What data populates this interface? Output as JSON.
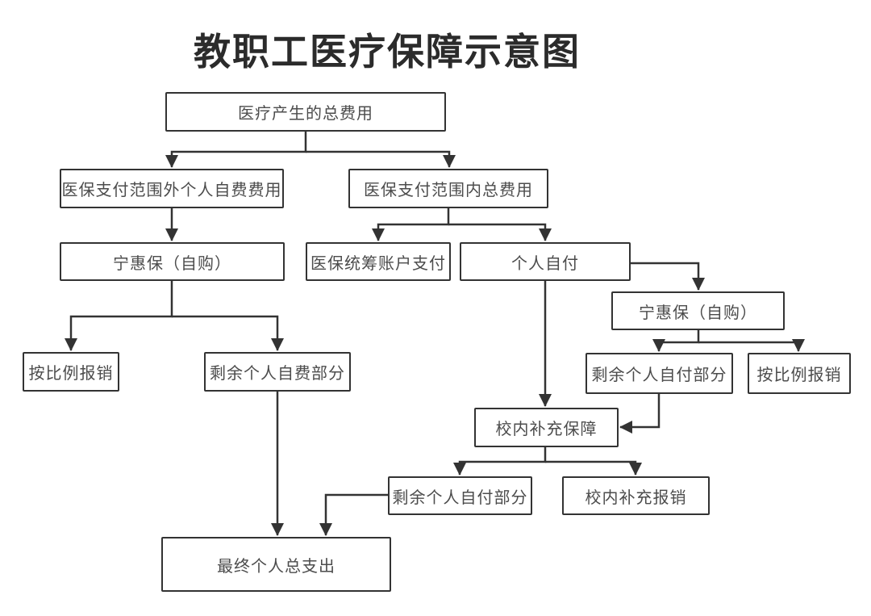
{
  "page": {
    "title": "教职工医疗保障示意图"
  },
  "flowchart": {
    "nodes": {
      "total_cost": {
        "label": "医疗产生的总费用"
      },
      "outside_scope": {
        "label": "医保支付范围外个人自费费用"
      },
      "inside_scope": {
        "label": "医保支付范围内总费用"
      },
      "ninghuibao_left": {
        "label": "宁惠保（自购）"
      },
      "pooling_pay": {
        "label": "医保统筹账户支付"
      },
      "self_pay": {
        "label": "个人自付"
      },
      "ninghuibao_right": {
        "label": "宁惠保（自购）"
      },
      "proportional_left": {
        "label": "按比例报销"
      },
      "remaining_self_fee": {
        "label": "剩余个人自费部分"
      },
      "remaining_self_pay_right": {
        "label": "剩余个人自付部分"
      },
      "proportional_right": {
        "label": "按比例报销"
      },
      "campus_supplement": {
        "label": "校内补充保障"
      },
      "remaining_self_pay_bottom": {
        "label": "剩余个人自付部分"
      },
      "campus_reimburse": {
        "label": "校内补充报销"
      },
      "final_total": {
        "label": "最终个人总支出"
      }
    },
    "edges": [
      {
        "from": "total_cost",
        "to": "outside_scope"
      },
      {
        "from": "total_cost",
        "to": "inside_scope"
      },
      {
        "from": "outside_scope",
        "to": "ninghuibao_left"
      },
      {
        "from": "ninghuibao_left",
        "to": "proportional_left"
      },
      {
        "from": "ninghuibao_left",
        "to": "remaining_self_fee"
      },
      {
        "from": "inside_scope",
        "to": "pooling_pay"
      },
      {
        "from": "inside_scope",
        "to": "self_pay"
      },
      {
        "from": "self_pay",
        "to": "ninghuibao_right"
      },
      {
        "from": "self_pay",
        "to": "campus_supplement"
      },
      {
        "from": "ninghuibao_right",
        "to": "remaining_self_pay_right"
      },
      {
        "from": "ninghuibao_right",
        "to": "proportional_right"
      },
      {
        "from": "remaining_self_pay_right",
        "to": "campus_supplement"
      },
      {
        "from": "campus_supplement",
        "to": "remaining_self_pay_bottom"
      },
      {
        "from": "campus_supplement",
        "to": "campus_reimburse"
      },
      {
        "from": "remaining_self_fee",
        "to": "final_total"
      },
      {
        "from": "remaining_self_pay_bottom",
        "to": "final_total"
      }
    ],
    "colors": {
      "line": "#333333",
      "box_border": "#333333",
      "box_fill": "#ffffff",
      "text": "#4c4c4c",
      "title": "#2b2b2b",
      "background": "#ffffff"
    }
  }
}
